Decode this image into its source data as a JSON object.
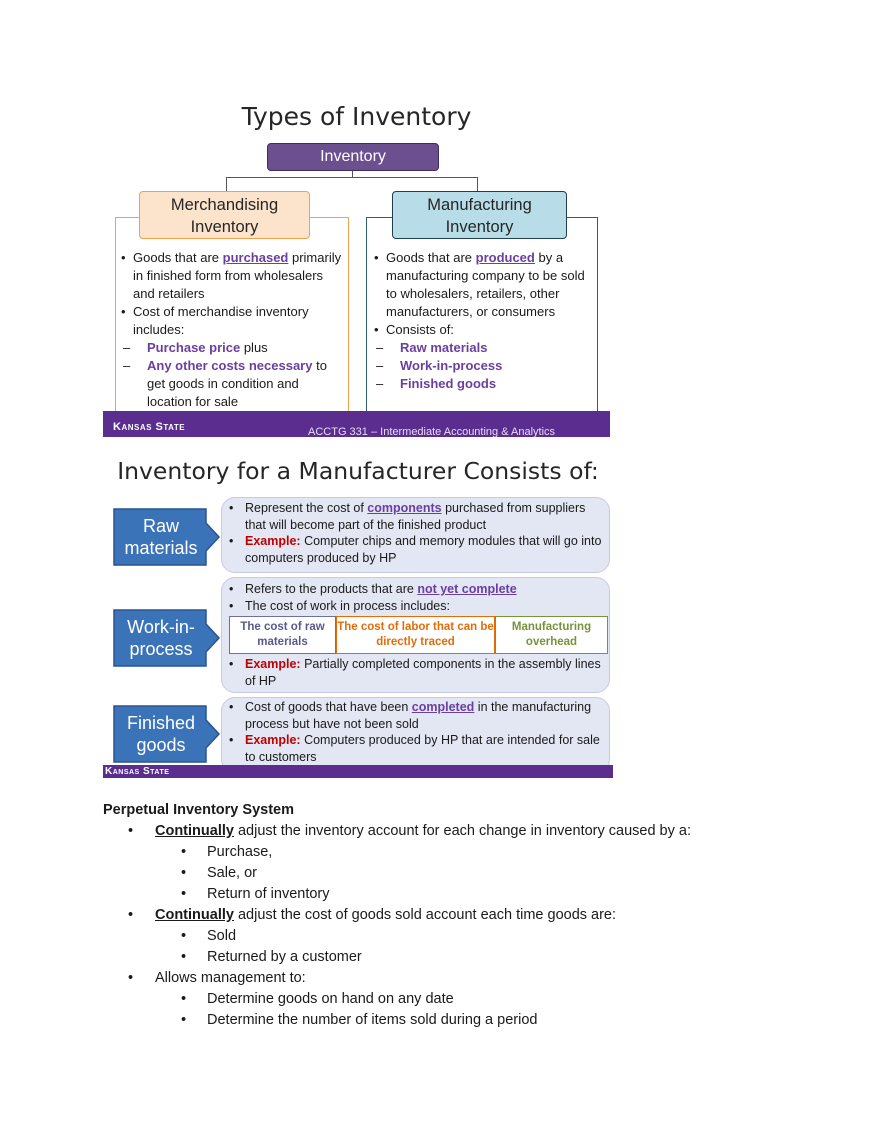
{
  "slide1": {
    "title": "Types of Inventory",
    "root": "Inventory",
    "merchandising": {
      "heading_line1": "Merchandising",
      "heading_line2": "Inventory",
      "b1_pre": "Goods that are ",
      "b1_em": "purchased",
      "b1_post": " primarily in finished form from wholesalers and retailers",
      "b2": "Cost of merchandise inventory includes:",
      "s1_em": "Purchase price",
      "s1_post": " plus",
      "s2_em": "Any other costs necessary",
      "s2_post": " to get goods in condition and location for sale"
    },
    "manufacturing": {
      "heading_line1": "Manufacturing",
      "heading_line2": "Inventory",
      "b1_pre": "Goods that are ",
      "b1_em": "produced",
      "b1_post": " by a manufacturing company to be sold to wholesalers, retailers, other manufacturers, or consumers",
      "b2": "Consists of:",
      "s1": "Raw materials",
      "s2": "Work-in-process",
      "s3": "Finished goods"
    },
    "footer_brand": "Kansas State",
    "footer_course": "ACCTG 331 – Intermediate Accounting & Analytics"
  },
  "slide2": {
    "title": "Inventory for a Manufacturer Consists of:",
    "raw": {
      "label_line1": "Raw",
      "label_line2": "materials",
      "b1_pre": "Represent the cost of ",
      "b1_em": "components",
      "b1_post": " purchased from suppliers that will become part of the finished product",
      "ex_label": "Example:",
      "ex_text": " Computer chips and memory modules that will go into computers produced by HP"
    },
    "wip": {
      "label_line1": "Work-in-",
      "label_line2": "process",
      "b1_pre": "Refers to the products that are ",
      "b1_em": "not yet complete",
      "b2": "The cost of work in process includes:",
      "cost1": "The cost of raw materials",
      "cost2": "The cost of labor that can be directly traced",
      "cost3": "Manufacturing overhead",
      "ex_label": "Example:",
      "ex_text": " Partially completed components in the assembly lines of HP"
    },
    "finished": {
      "label_line1": "Finished",
      "label_line2": "goods",
      "b1_pre": "Cost of goods that have been ",
      "b1_em": "completed",
      "b1_post": " in the manufacturing process but have not been sold",
      "ex_label": "Example:",
      "ex_text": " Computers produced by HP that are intended for sale to customers"
    },
    "footer_brand": "Kansas State"
  },
  "notes": {
    "title": "Perpetual Inventory System",
    "item1_em": "Continually",
    "item1_text": " adjust the inventory account for each change in inventory caused by a:",
    "item1_subs": [
      "Purchase,",
      "Sale, or",
      "Return of inventory"
    ],
    "item2_em": "Continually",
    "item2_text": " adjust the cost of goods sold account each time goods are:",
    "item2_subs": [
      "Sold",
      "Returned by a customer"
    ],
    "item3_text": "Allows management to:",
    "item3_subs": [
      "Determine goods on hand on any date",
      "Determine the number of items sold during a period"
    ]
  },
  "colors": {
    "purple_accent": "#6a3fa0",
    "footer_purple": "#5b2d8e",
    "arrow_blue": "#3b73b9",
    "orange_border": "#f0a050",
    "teal_border": "#2f5f6a",
    "example_red": "#c00000"
  }
}
